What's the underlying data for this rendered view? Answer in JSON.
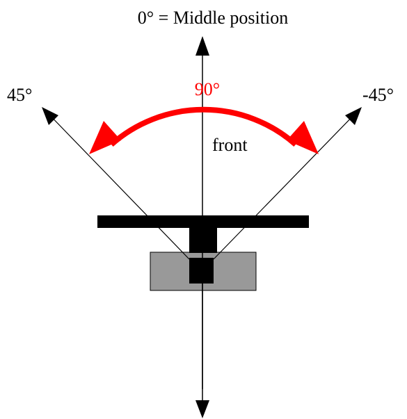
{
  "labels": {
    "middle": "0° = Middle position",
    "left_angle": "45°",
    "right_angle": "-45°",
    "span": "90°",
    "front": "front"
  },
  "colors": {
    "arc": "#ff0000",
    "axis": "#000000",
    "housing": "#999999",
    "bar": "#000000",
    "background": "#ffffff"
  },
  "angles": {
    "left_deg": 45,
    "middle_deg": 0,
    "right_deg": -45,
    "span_deg": 90
  }
}
